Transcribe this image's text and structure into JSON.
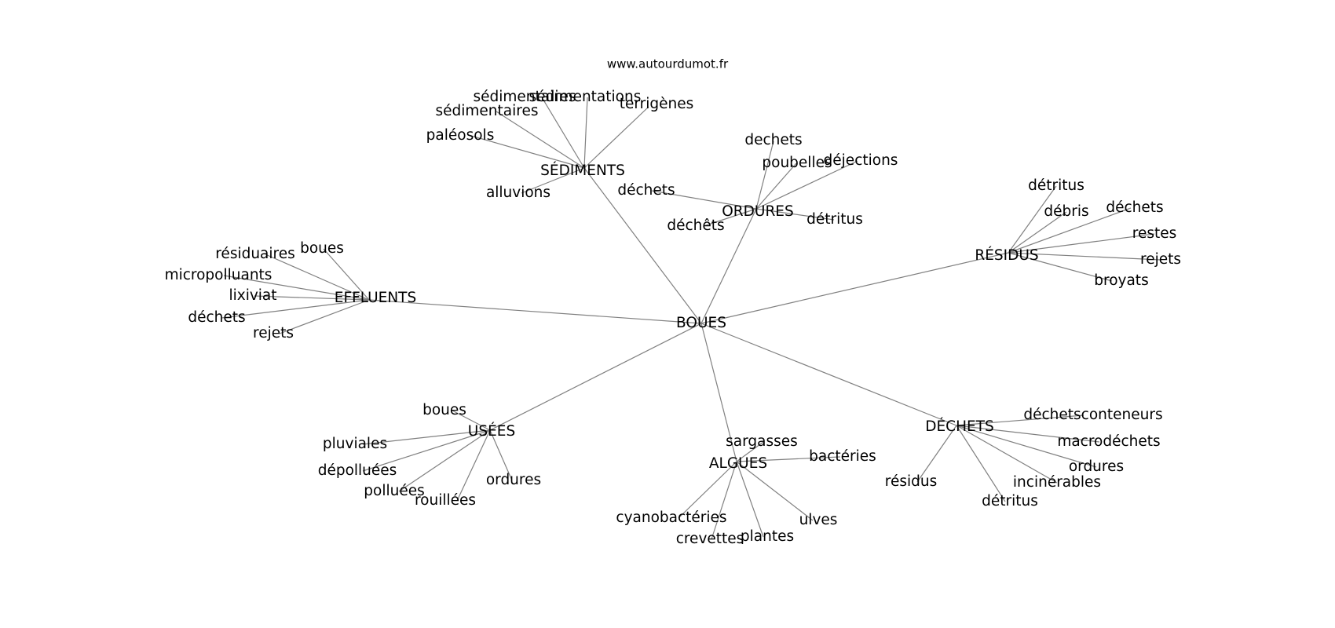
{
  "site": {
    "watermark": "www.autourdumot.fr"
  },
  "graph": {
    "root": "BOUES",
    "groups": [
      {
        "hub": "SÉDIMENTS",
        "leaves": [
          "sédimentaires",
          "sédimentations",
          "terrigènes",
          "sédimentaires",
          "paléosols",
          "alluvions"
        ]
      },
      {
        "hub": "ORDURES",
        "leaves": [
          "dechets",
          "poubelles",
          "déjections",
          "déchets",
          "détritus",
          "déchêts"
        ]
      },
      {
        "hub": "RÉSIDUS",
        "leaves": [
          "détritus",
          "débris",
          "déchets",
          "restes",
          "rejets",
          "broyats"
        ]
      },
      {
        "hub": "EFFLUENTS",
        "leaves": [
          "boues",
          "résiduaires",
          "micropolluants",
          "lixiviat",
          "déchets",
          "rejets"
        ]
      },
      {
        "hub": "USÉES",
        "leaves": [
          "boues",
          "pluviales",
          "dépolluées",
          "polluées",
          "rouillées",
          "ordures"
        ]
      },
      {
        "hub": "ALGUES",
        "leaves": [
          "sargasses",
          "bactéries",
          "cyanobactéries",
          "crevettes",
          "plantes",
          "ulves"
        ]
      },
      {
        "hub": "DÉCHETS",
        "leaves": [
          "déchetsconteneurs",
          "macrodéchets",
          "ordures",
          "incinérables",
          "détritus",
          "résidus"
        ]
      }
    ]
  }
}
